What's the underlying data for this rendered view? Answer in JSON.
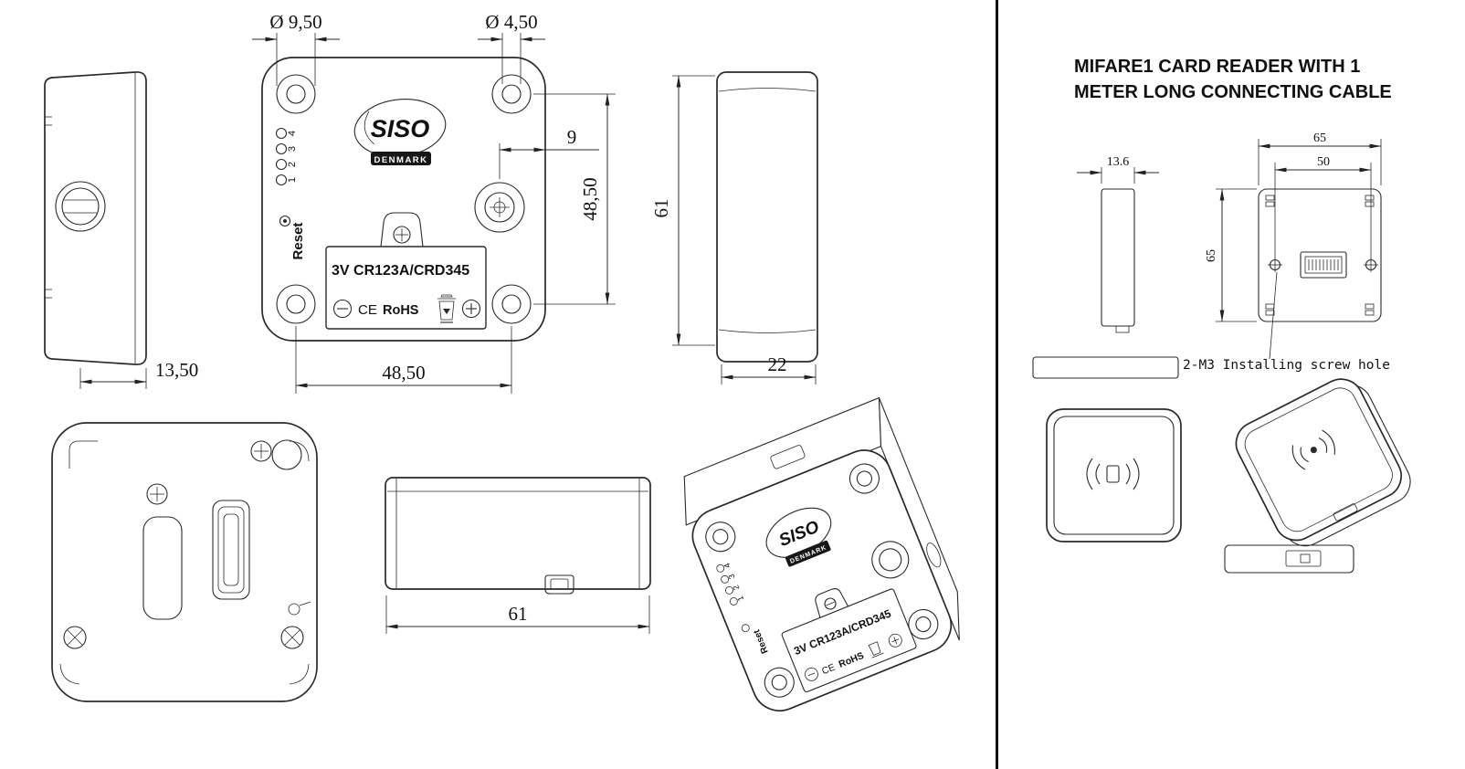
{
  "reader_panel": {
    "title_line1": "MIFARE1 CARD READER WITH 1",
    "title_line2": "METER LONG CONNECTING CABLE",
    "dim_thickness": "13.6",
    "dim_width": "65",
    "dim_hole_spacing": "50",
    "dim_height": "65",
    "screw_note": "2-M3 Installing screw hole"
  },
  "device": {
    "brand": "SISO",
    "brand_country": "DENMARK",
    "battery": "3V CR123A/CRD345",
    "reset": "Reset",
    "ce_mark": "CE",
    "rohs": "RoHS",
    "led": [
      "1",
      "2",
      "3",
      "4"
    ]
  },
  "dims": {
    "side_left_depth": "13,50",
    "hole_large": "Ø 9,50",
    "hole_small": "Ø 4,50",
    "screw_offset": "9",
    "front_height": "48,50",
    "front_width": "48,50",
    "side_height": "61",
    "side_depth": "22",
    "bottom_width": "61"
  },
  "colors": {
    "line": "#2a2a2a",
    "divider": "#111111",
    "background": "#ffffff"
  }
}
